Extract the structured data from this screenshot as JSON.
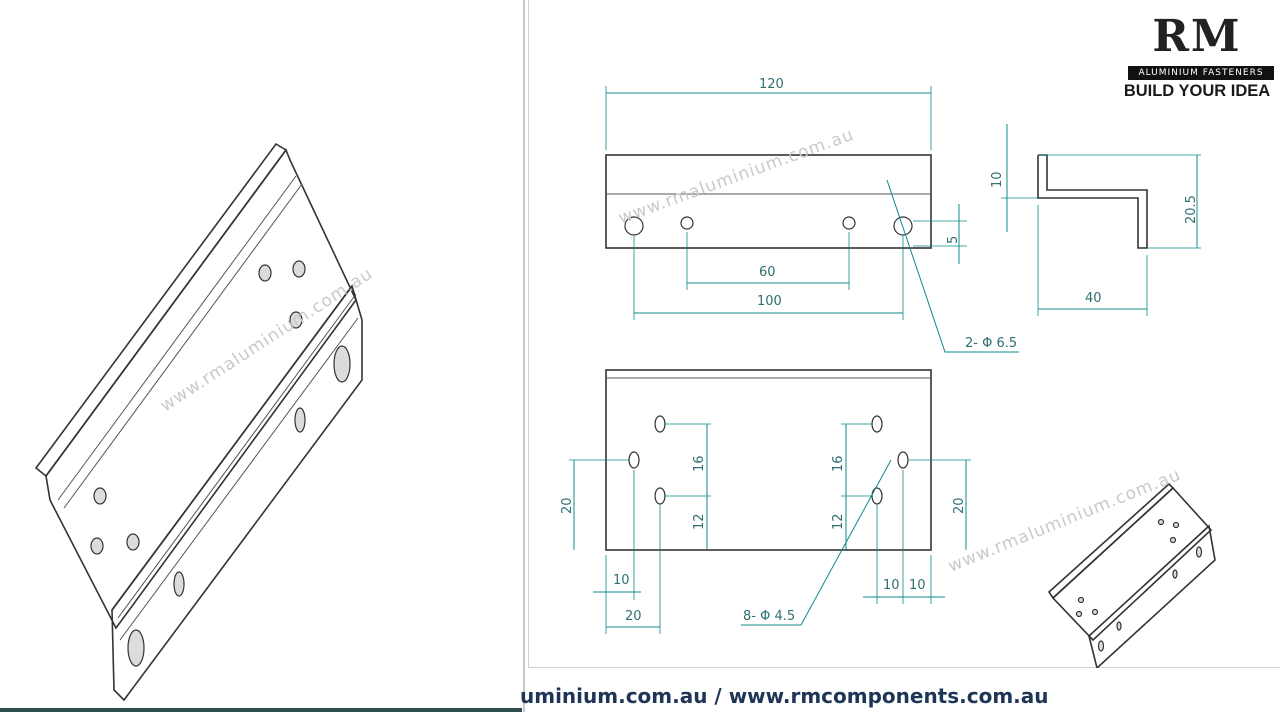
{
  "logo": {
    "letters": "RM",
    "band_text": "ALUMINIUM FASTENERS",
    "tagline": "BUILD YOUR IDEA"
  },
  "watermark": "www.rmaluminium.com.au",
  "drawing": {
    "front_view": {
      "length_dim": "120",
      "slot_pitch_dim": "60",
      "hole_pitch_dim": "100",
      "edge_offset_dim": "5",
      "large_holes_callout": "2- Φ 6.5"
    },
    "side_profile": {
      "flange_dim": "10",
      "height_dim": "20.5",
      "depth_dim": "40"
    },
    "top_view": {
      "left_pitch_dim": "16",
      "left_height_dim": "20",
      "left_lower_dim": "12",
      "left_x1_dim": "10",
      "left_x2_dim": "20",
      "right_pitch_dim": "16",
      "right_lower_dim": "12",
      "right_height_dim": "20",
      "right_x1_dim": "10",
      "right_x2_dim": "10",
      "small_holes_callout": "8- Φ 4.5"
    }
  },
  "footer": {
    "url_text": "uminium.com.au  / www.rmcomponents.com.au"
  },
  "colors": {
    "dimension": "#0f8a8a",
    "outline": "#333333",
    "footer_text": "#1f3557",
    "divider_bar": "#2f4f4f"
  }
}
